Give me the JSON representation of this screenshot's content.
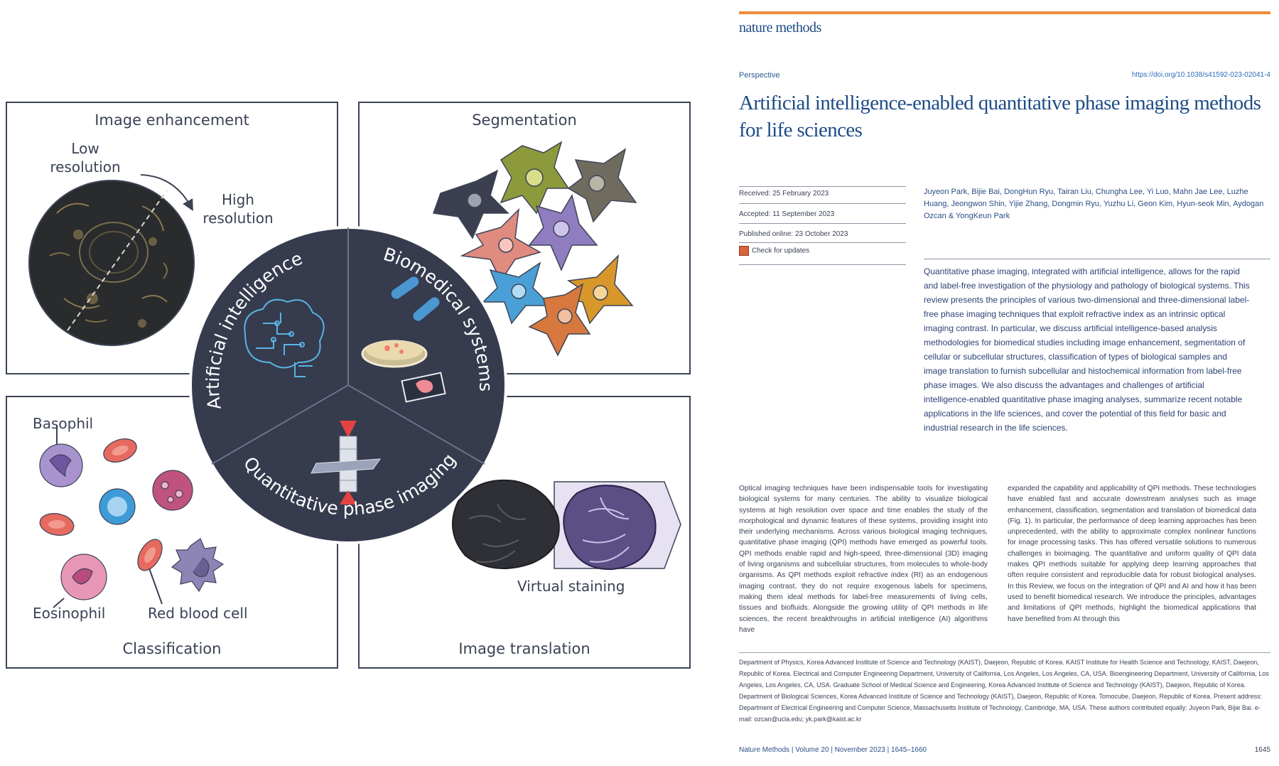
{
  "figure": {
    "panels": {
      "image_enhancement": {
        "title": "Image enhancement",
        "low_res": "Low resolution",
        "high_res": "High resolution"
      },
      "segmentation": {
        "title": "Segmentation"
      },
      "classification": {
        "title": "Classification",
        "basophil": "Basophil",
        "eosinophil": "Eosinophil",
        "red_blood_cell": "Red blood cell"
      },
      "image_translation": {
        "title": "Image translation",
        "virtual_staining": "Virtual staining"
      }
    },
    "center": {
      "artificial_intelligence": "Artificial intelligence",
      "biomedical_systems": "Biomedical systems",
      "quantitative_phase_imaging": "Quantitative phase imaging"
    },
    "colors": {
      "dark": "#363b4e",
      "border": "#3c4457",
      "accent_orange": "#f08a3c",
      "title_blue": "#1d4c86"
    }
  },
  "paper": {
    "journal": "nature methods",
    "article_type": "Perspective",
    "doi": "https://doi.org/10.1038/s41592-023-02041-4",
    "title": "Artificial intelligence-enabled quantitative phase imaging methods for life sciences",
    "received": "Received: 25 February 2023",
    "accepted": "Accepted: 11 September 2023",
    "published": "Published online: 23 October 2023",
    "check_updates": "Check for updates",
    "authors": "Juyeon Park, Bijie Bai, DongHun Ryu, Tairan Liu, Chungha Lee, Yi Luo, Mahn Jae Lee, Luzhe Huang, Jeongwon Shin, Yijie Zhang, Dongmin Ryu, Yuzhu Li, Geon Kim, Hyun-seok Min, Aydogan Ozcan & YongKeun Park",
    "abstract": "Quantitative phase imaging, integrated with artificial intelligence, allows for the rapid and label-free investigation of the physiology and pathology of biological systems. This review presents the principles of various two-dimensional and three-dimensional label-free phase imaging techniques that exploit refractive index as an intrinsic optical imaging contrast. In particular, we discuss artificial intelligence-based analysis methodologies for biomedical studies including image enhancement, segmentation of cellular or subcellular structures, classification of types of biological samples and image translation to furnish subcellular and histochemical information from label-free phase images. We also discuss the advantages and challenges of artificial intelligence-enabled quantitative phase imaging analyses, summarize recent notable applications in the life sciences, and cover the potential of this field for basic and industrial research in the life sciences.",
    "body_left": "Optical imaging techniques have been indispensable tools for investigating biological systems for many centuries. The ability to visualize biological systems at high resolution over space and time enables the study of the morphological and dynamic features of these systems, providing insight into their underlying mechanisms. Across various biological imaging techniques, quantitative phase imaging (QPI) methods have emerged as powerful tools. QPI methods enable rapid and high-speed, three-dimensional (3D) imaging of living organisms and subcellular structures, from molecules to whole-body organisms. As QPI methods exploit refractive index (RI) as an endogenous imaging contrast, they do not require exogenous labels for specimens, making them ideal methods for label-free measurements of living cells, tissues and biofluids.\n   Alongside the growing utility of QPI methods in life sciences, the recent breakthroughs in artificial intelligence (AI) algorithms have",
    "body_right": "expanded the capability and applicability of QPI methods. These technologies have enabled fast and accurate downstream analyses such as image enhancement, classification, segmentation and translation of biomedical data (Fig. 1). In particular, the performance of deep learning approaches has been unprecedented, with the ability to approximate complex nonlinear functions for image processing tasks. This has offered versatile solutions to numerous challenges in bioimaging. The quantitative and uniform quality of QPI data makes QPI methods suitable for applying deep learning approaches that often require consistent and reproducible data for robust biological analyses.\n   In this Review, we focus on the integration of QPI and AI and how it has been used to benefit biomedical research. We introduce the principles, advantages and limitations of QPI methods, highlight the biomedical applications that have benefited from AI through this",
    "footnote": "Department of Physics, Korea Advanced Institute of Science and Technology (KAIST), Daejeon, Republic of Korea. KAIST Institute for Health Science and Technology, KAIST, Daejeon, Republic of Korea. Electrical and Computer Engineering Department, University of California, Los Angeles, Los Angeles, CA, USA. Bioengineering Department, University of California, Los Angeles, Los Angeles, CA, USA. Graduate School of Medical Science and Engineering, Korea Advanced Institute of Science and Technology (KAIST), Daejeon, Republic of Korea. Department of Biological Sciences, Korea Advanced Institute of Science and Technology (KAIST), Daejeon, Republic of Korea. Tomocube, Daejeon, Republic of Korea. Present address: Department of Electrical Engineering and Computer Science, Massachusetts Institute of Technology, Cambridge, MA, USA. These authors contributed equally: Juyeon Park, Bijie Bai. e-mail: ozcan@ucla.edu; yk.park@kaist.ac.kr",
    "footer": "Nature Methods | Volume 20 | November 2023 | 1645–1660",
    "page_number": "1645"
  }
}
